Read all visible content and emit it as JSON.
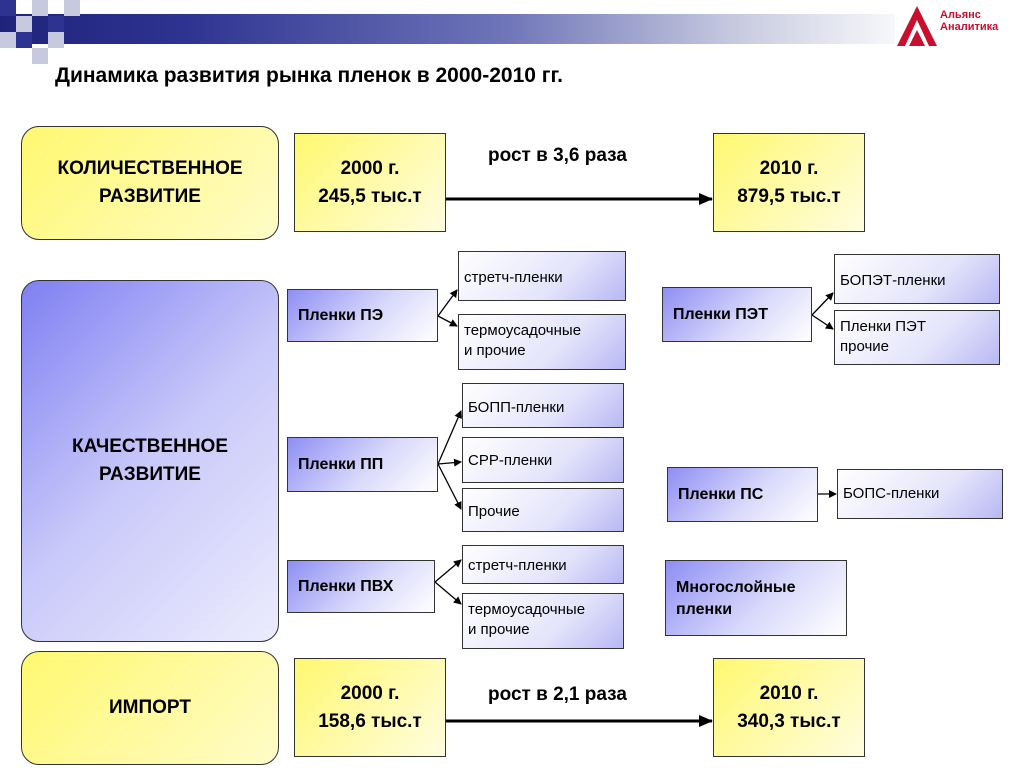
{
  "title": "Динамика развития рынка пленок в 2000-2010 гг.",
  "logo": {
    "line1": "Альянс",
    "line2": "Аналитика"
  },
  "quantitative": {
    "label": "КОЛИЧЕСТВЕННОЕ\nРАЗВИТИЕ",
    "from": "2000 г.\n245,5 тыс.т",
    "to": "2010 г.\n879,5 тыс.т",
    "growth": "рост в 3,6 раза"
  },
  "qualitative": {
    "label": "КАЧЕСТВЕННОЕ\nРАЗВИТИЕ",
    "pe": {
      "label": "Пленки ПЭ",
      "items": [
        "стретч-пленки",
        "термоусадочные\nи прочие"
      ]
    },
    "pp": {
      "label": "Пленки ПП",
      "items": [
        "БОПП-пленки",
        "СРР-пленки",
        "Прочие"
      ]
    },
    "pvc": {
      "label": "Пленки ПВХ",
      "items": [
        "стретч-пленки",
        "термоусадочные\nи прочие"
      ]
    },
    "pet": {
      "label": "Пленки ПЭТ",
      "items": [
        "БОПЭТ-пленки",
        "Пленки ПЭТ\nпрочие"
      ]
    },
    "ps": {
      "label": "Пленки ПС",
      "items": [
        "БОПС-пленки"
      ]
    },
    "multilayer": {
      "label": "Многослойные\nпленки"
    }
  },
  "import": {
    "label": "ИМПОРТ",
    "from": "2000 г.\n158,6 тыс.т",
    "to": "2010 г.\n340,3 тыс.т",
    "growth": "рост в 2,1 раза"
  },
  "colors": {
    "header_dark": "#1f237a",
    "logo_red": "#c8102e",
    "yellow": "#fff870",
    "purple": "#8e8ef4"
  }
}
